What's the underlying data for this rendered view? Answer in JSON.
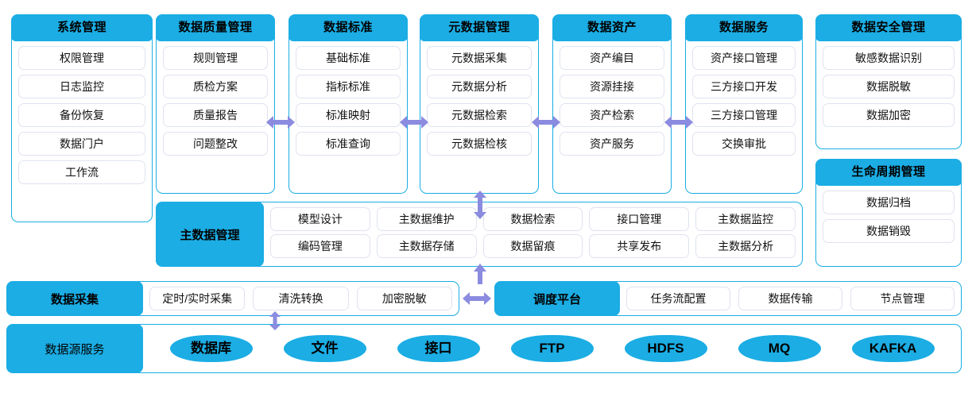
{
  "theme": {
    "accent": "#1BADE4",
    "arrow": "#8B8BE0",
    "cell_border": "#dfe3ef",
    "text": "#111111"
  },
  "columns": [
    {
      "id": "system-management",
      "title": "系统管理",
      "items": [
        "权限管理",
        "日志监控",
        "备份恢复",
        "数据门户",
        "工作流"
      ]
    },
    {
      "id": "data-quality-management",
      "title": "数据质量管理",
      "items": [
        "规则管理",
        "质检方案",
        "质量报告",
        "问题整改"
      ]
    },
    {
      "id": "data-standard",
      "title": "数据标准",
      "items": [
        "基础标准",
        "指标标准",
        "标准映射",
        "标准查询"
      ]
    },
    {
      "id": "metadata-management",
      "title": "元数据管理",
      "items": [
        "元数据采集",
        "元数据分析",
        "元数据检索",
        "元数据检核"
      ]
    },
    {
      "id": "data-asset",
      "title": "数据资产",
      "items": [
        "资产编目",
        "资源挂接",
        "资产检索",
        "资产服务"
      ]
    },
    {
      "id": "data-service",
      "title": "数据服务",
      "items": [
        "资产接口管理",
        "三方接口开发",
        "三方接口管理",
        "交换审批"
      ]
    },
    {
      "id": "data-security-management",
      "title": "数据安全管理",
      "items": [
        "敏感数据识别",
        "数据脱敏",
        "数据加密"
      ]
    },
    {
      "id": "lifecycle-management",
      "title": "生命周期管理",
      "items": [
        "数据归档",
        "数据销毁"
      ]
    }
  ],
  "master_data": {
    "title": "主数据管理",
    "row1": [
      "模型设计",
      "主数据维护",
      "数据检索",
      "接口管理",
      "主数据监控"
    ],
    "row2": [
      "编码管理",
      "主数据存储",
      "数据留痕",
      "共享发布",
      "主数据分析"
    ]
  },
  "collection_band": {
    "title": "数据采集",
    "items": [
      "定时/实时采集",
      "清洗转换",
      "加密脱敏"
    ]
  },
  "schedule_band": {
    "title": "调度平台",
    "items": [
      "任务流配置",
      "数据传输",
      "节点管理"
    ]
  },
  "source_band": {
    "title": "数据源服务",
    "items": [
      "数据库",
      "文件",
      "接口",
      "FTP",
      "HDFS",
      "MQ",
      "KAFKA"
    ]
  }
}
